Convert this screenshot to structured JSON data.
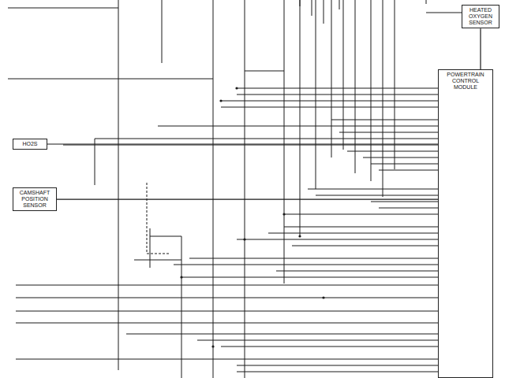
{
  "diagram": {
    "nodes": [
      {
        "text": [
          "POWERTRAIN CONTROL MODULE"
        ]
      },
      {
        "text": [
          "HEATED OXYGEN SENSOR"
        ]
      },
      {
        "text": [
          "HO2S"
        ]
      },
      {
        "text": [
          "CAMSHAFT POSITION SENSOR"
        ]
      }
    ],
    "edges": [
      {
        "from": 1,
        "to": 0,
        "arrow": "none"
      },
      {
        "from": 2,
        "to": 0,
        "arrow": "none"
      },
      {
        "from": 3,
        "to": 0,
        "arrow": "none"
      }
    ]
  }
}
